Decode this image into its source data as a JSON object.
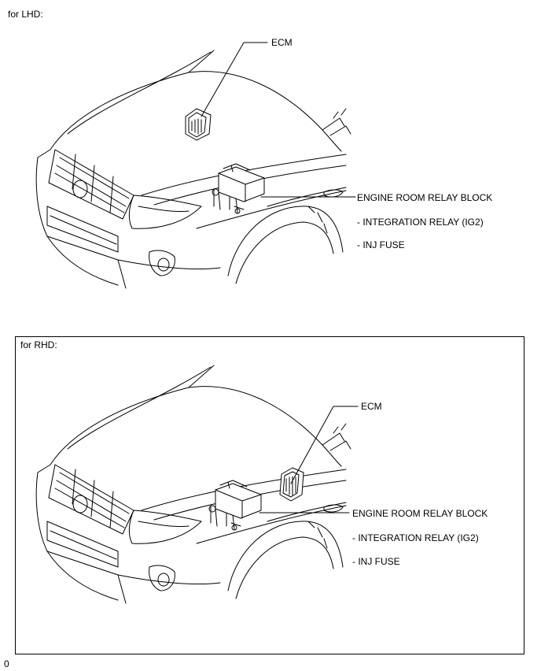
{
  "lhd": {
    "heading": "for LHD:",
    "labels": {
      "ecm": "ECM",
      "relay_block": "ENGINE ROOM RELAY BLOCK",
      "integration_relay": "- INTEGRATION RELAY (IG2)",
      "inj_fuse": "- INJ FUSE"
    }
  },
  "rhd": {
    "heading": "for RHD:",
    "labels": {
      "ecm": "ECM",
      "relay_block": "ENGINE ROOM RELAY BLOCK",
      "integration_relay": "- INTEGRATION RELAY (IG2)",
      "inj_fuse": "- INJ FUSE"
    }
  },
  "figure_code": "0"
}
